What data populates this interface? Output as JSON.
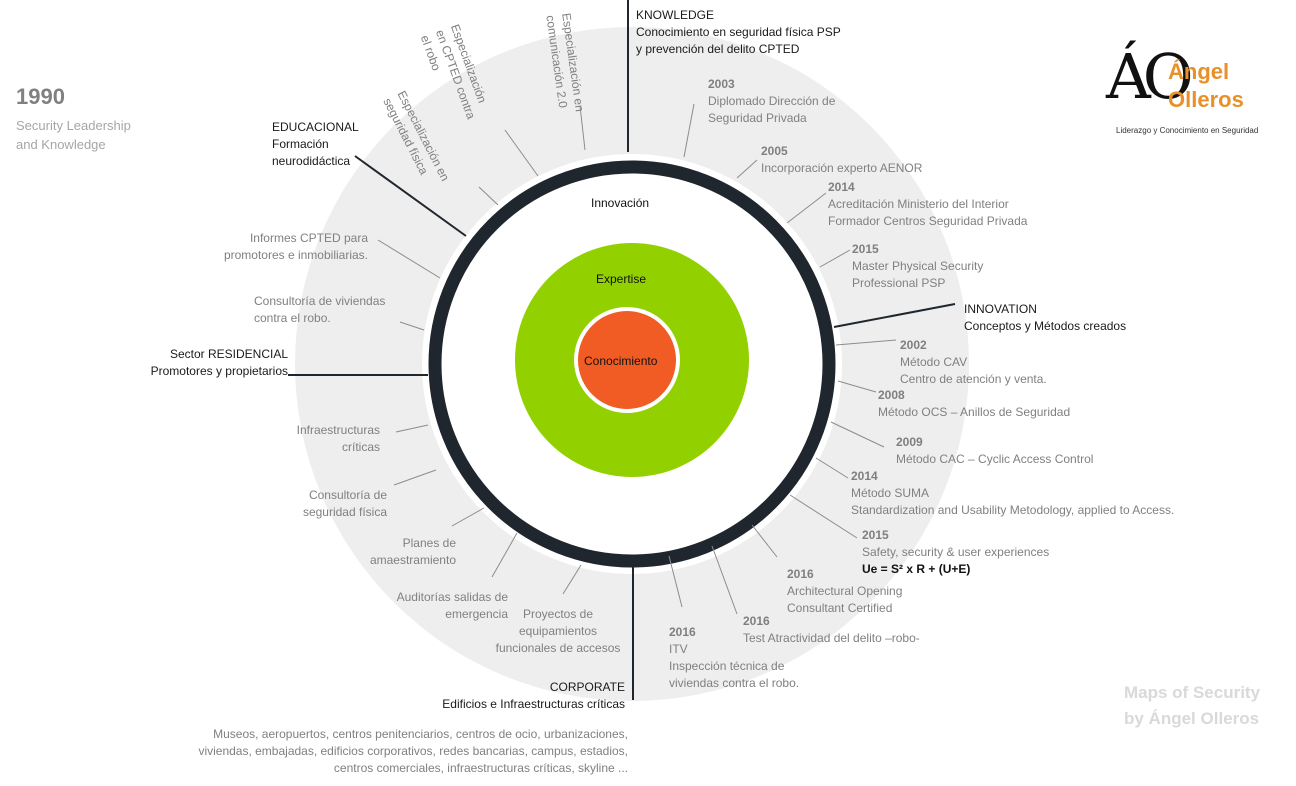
{
  "year": "1990",
  "tagline": [
    "Security Leadership",
    "and Knowledge"
  ],
  "logo": {
    "name_line1": "Ángel",
    "name_line2": "Olleros",
    "subtitle": "Liderazgo y Conocimiento en Seguridad"
  },
  "credit": [
    "Maps of Security",
    "by Ángel Olleros"
  ],
  "rings": {
    "innovation": "Innovación",
    "expertise": "Expertise",
    "core": "Conocimiento"
  },
  "colors": {
    "outer_band": "#eeeeee",
    "dark_ring": "#1f262d",
    "green": "#92d000",
    "orange": "#f05c23"
  },
  "axes": {
    "knowledge": {
      "title": "KNOWLEDGE",
      "lines": [
        "Conocimiento  en seguridad física PSP",
        "y prevención  del delito CPTED"
      ]
    },
    "innovation": {
      "title": "INNOVATION",
      "lines": [
        "Conceptos  y Métodos creados"
      ]
    },
    "corporate": {
      "title": "CORPORATE",
      "lines": [
        "Edificios  e Infraestructuras críticas"
      ]
    },
    "residential": {
      "title": "Sector RESIDENCIAL",
      "lines": [
        "Promotores y propietarios"
      ]
    },
    "educational": {
      "title": "EDUCACIONAL",
      "lines": [
        "Formación",
        "neurodidáctica"
      ]
    }
  },
  "knowledge_items": [
    {
      "year": "2003",
      "lines": [
        "Diplomado Dirección de",
        "Seguridad Privada"
      ]
    },
    {
      "year": "2005",
      "lines": [
        "Incorporación experto AENOR"
      ]
    },
    {
      "year": "2014",
      "lines": [
        "Acreditación Ministerio del Interior",
        "Formador Centros Seguridad Privada"
      ]
    },
    {
      "year": "2015",
      "lines": [
        "Master Physical Security",
        "Professional  PSP"
      ]
    }
  ],
  "innovation_items": [
    {
      "year": "2002",
      "lines": [
        "Método CAV",
        "Centro de atención y venta."
      ]
    },
    {
      "year": "2008",
      "lines": [
        "Método OCS – Anillos de Seguridad"
      ]
    },
    {
      "year": "2009",
      "lines": [
        "Método CAC – Cyclic Access Control"
      ]
    },
    {
      "year": "2014",
      "lines": [
        "Método SUMA",
        "Standardization and Usability Metodology, applied to Access."
      ]
    },
    {
      "year": "2015",
      "lines": [
        "Safety,  security & user experiences"
      ],
      "formula": "Ue = S² x R + (U+E)"
    },
    {
      "year": "2016",
      "lines": [
        "Architectural Opening",
        "Consultant  Certified"
      ]
    },
    {
      "year": "2016",
      "lines": [
        "Test Atractividad del delito –robo-"
      ]
    },
    {
      "year": "2016",
      "lines": [
        "ITV",
        "Inspección  técnica de",
        "viviendas contra el robo."
      ]
    }
  ],
  "corporate_items": [
    {
      "lines": [
        "Proyectos de",
        "equipamientos",
        "funcionales de accesos"
      ]
    },
    {
      "lines": [
        "Auditorías salidas de",
        "emergencia"
      ]
    },
    {
      "lines": [
        "Planes de",
        "amaestramiento"
      ]
    },
    {
      "lines": [
        "Consultoría  de",
        "seguridad física"
      ]
    },
    {
      "lines": [
        "Infraestructuras",
        "críticas"
      ]
    }
  ],
  "residential_items": [
    {
      "lines": [
        "Consultoría  de viviendas",
        "contra el robo."
      ]
    },
    {
      "lines": [
        "Informes CPTED para",
        "promotores e inmobiliarias."
      ]
    }
  ],
  "educational_items": [
    {
      "lines": [
        "Especialización en",
        "seguridad física"
      ]
    },
    {
      "lines": [
        "Especialización",
        "en CPTED contra",
        "el robo"
      ]
    },
    {
      "lines": [
        "Especialización en",
        "comunicación 2.0"
      ]
    }
  ],
  "sectors_list": [
    "Museos,  aeropuertos, centros penitenciarios, centros de ocio, urbanizaciones,",
    "viviendas, embajadas, edificios corporativos, redes bancarias, campus, estadios,",
    "centros comerciales, infraestructuras críticas, skyline  ..."
  ]
}
